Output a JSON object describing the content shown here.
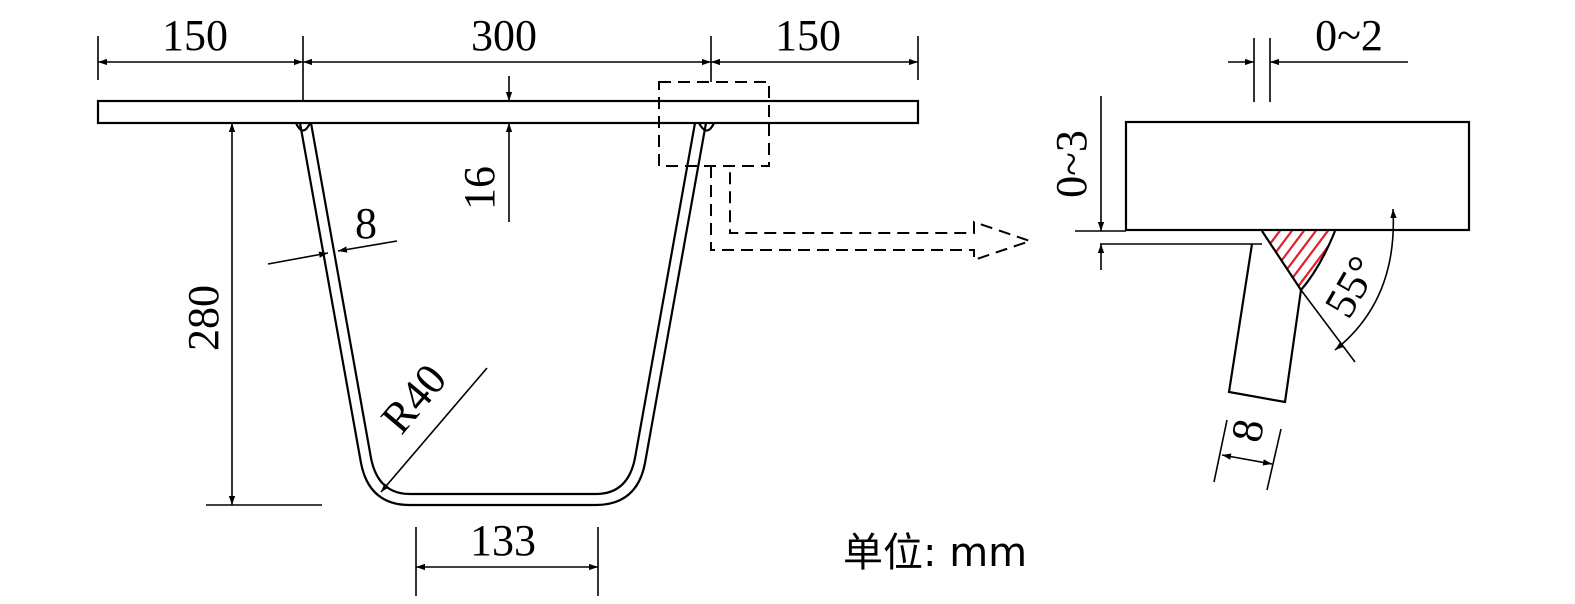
{
  "dimensions": {
    "top_left_flange": "150",
    "top_middle": "300",
    "top_right_flange": "150",
    "plate_thickness": "16",
    "web_thickness": "8",
    "depth": "280",
    "bend_radius": "R40",
    "bottom_width": "133"
  },
  "detail": {
    "gap_width": "0~2",
    "gap_height": "0~3",
    "groove_angle": "55°",
    "web_thickness": "8"
  },
  "unit_label": "单位: mm",
  "colors": {
    "line": "#000000",
    "weld_hatch": "#e0202a"
  }
}
